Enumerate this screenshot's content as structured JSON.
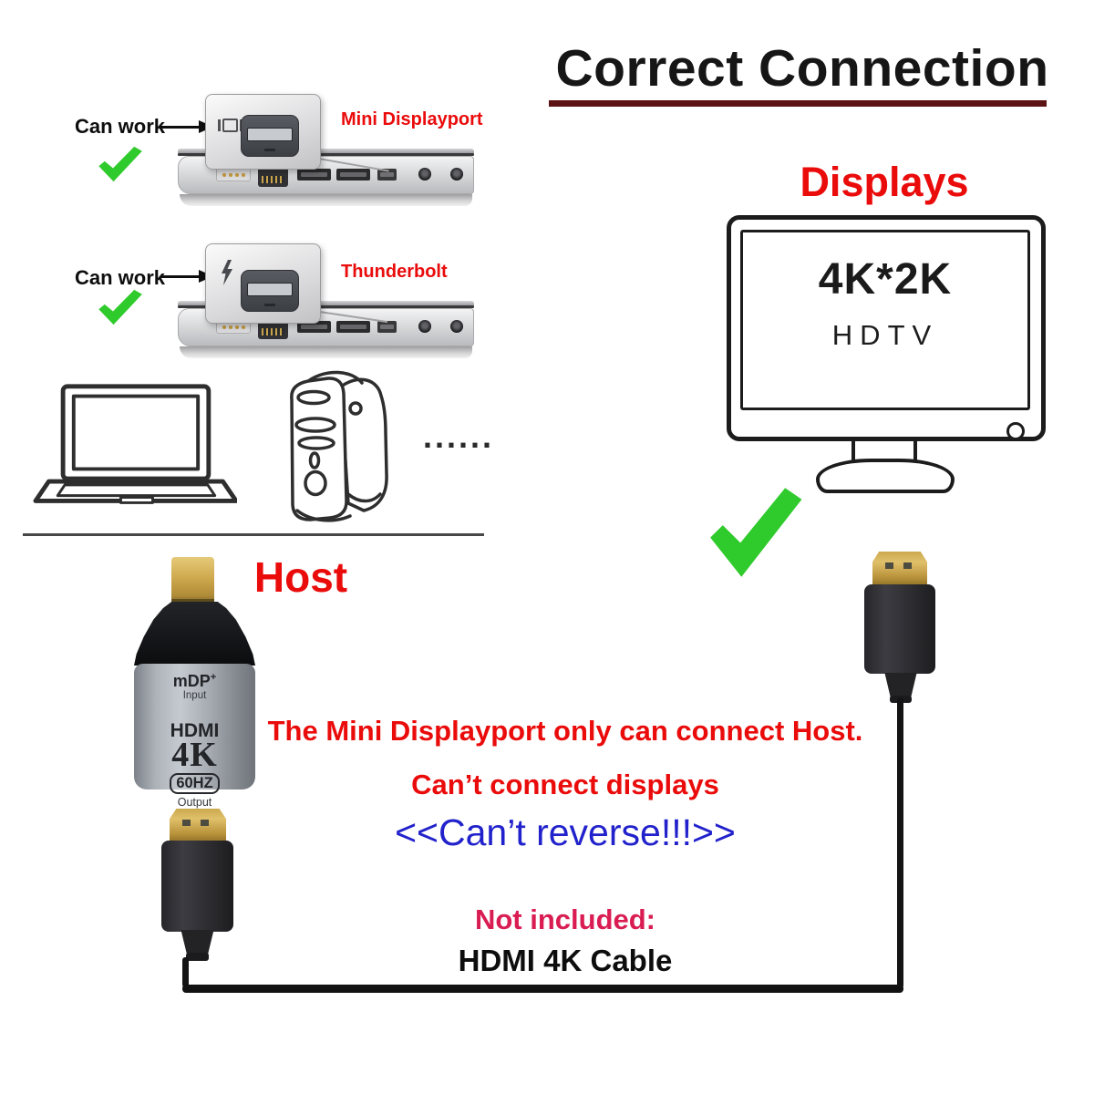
{
  "title": {
    "text": "Correct Connection"
  },
  "colors": {
    "title_underline": "#5c1313",
    "red_accent": "#ea0b0b",
    "blue_accent": "#2222cc",
    "pink_accent": "#d91d52",
    "green_check": "#2fca2b",
    "adapter_gold": "#cfa94e",
    "adapter_gray": "#a9aeb5"
  },
  "icons": {
    "check-icon": "✓",
    "arrow-right-icon": "→",
    "mini-displayport-icon": "|□|",
    "thunderbolt-icon": "⚡"
  },
  "port_sections": [
    {
      "can_work_label": "Can work",
      "port_name": "Mini Displayport",
      "icon": "mini-displayport-icon"
    },
    {
      "can_work_label": "Can work",
      "port_name": "Thunderbolt",
      "icon": "thunderbolt-icon"
    }
  ],
  "hosts_row": {
    "ellipsis": "......"
  },
  "host_area": {
    "label": "Host"
  },
  "adapter": {
    "input_port_base": "mDP",
    "input_port_sup": "+",
    "input_label": "Input",
    "output_standard": "HDMI",
    "resolution": "4K",
    "refresh_badge": "60HZ",
    "output_label": "Output"
  },
  "display_area": {
    "label": "Displays",
    "screen_resolution": "4K*2K",
    "screen_type": "HDTV"
  },
  "notes": {
    "line1": "The Mini Displayport only can connect Host.",
    "line2": "Can’t connect displays",
    "line3": "<<Can’t reverse!!!>>"
  },
  "footer": {
    "not_included_label": "Not included:",
    "cable_label": "HDMI 4K Cable"
  }
}
